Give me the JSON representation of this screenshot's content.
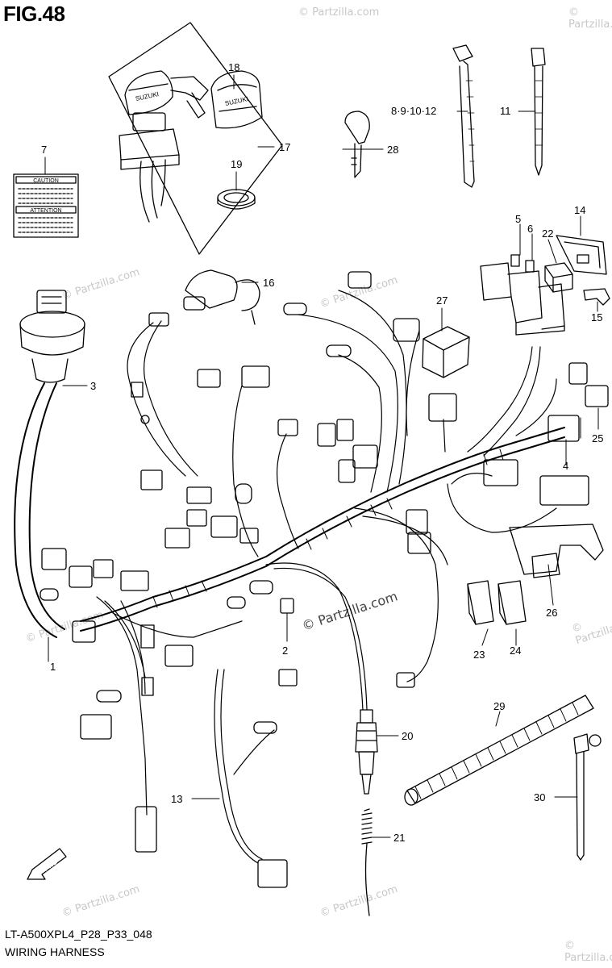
{
  "figure": {
    "title": "FIG.48"
  },
  "footer": {
    "code": "LT-A500XPL4_P28_P33_048",
    "caption": "WIRING HARNESS"
  },
  "watermark": {
    "text": "© Partzilla.com"
  },
  "callouts": [
    {
      "id": "c1",
      "label": "1"
    },
    {
      "id": "c2",
      "label": "2"
    },
    {
      "id": "c3",
      "label": "3"
    },
    {
      "id": "c4",
      "label": "4"
    },
    {
      "id": "c5",
      "label": "5"
    },
    {
      "id": "c6",
      "label": "6"
    },
    {
      "id": "c7",
      "label": "7"
    },
    {
      "id": "c8",
      "label": "8·9·10·12"
    },
    {
      "id": "c11",
      "label": "11"
    },
    {
      "id": "c13",
      "label": "13"
    },
    {
      "id": "c14",
      "label": "14"
    },
    {
      "id": "c15",
      "label": "15"
    },
    {
      "id": "c16",
      "label": "16"
    },
    {
      "id": "c17",
      "label": "17"
    },
    {
      "id": "c18",
      "label": "18"
    },
    {
      "id": "c19",
      "label": "19"
    },
    {
      "id": "c20",
      "label": "20"
    },
    {
      "id": "c21",
      "label": "21"
    },
    {
      "id": "c22",
      "label": "22"
    },
    {
      "id": "c23",
      "label": "23"
    },
    {
      "id": "c24",
      "label": "24"
    },
    {
      "id": "c25",
      "label": "25"
    },
    {
      "id": "c26",
      "label": "26"
    },
    {
      "id": "c27",
      "label": "27"
    },
    {
      "id": "c28",
      "label": "28"
    },
    {
      "id": "c29",
      "label": "29"
    },
    {
      "id": "c30",
      "label": "30"
    }
  ],
  "label_card": {
    "top": "CAUTION",
    "bottom": "ATTENTION"
  },
  "key_text": "SUZUKI",
  "fwd_text": "FWD"
}
